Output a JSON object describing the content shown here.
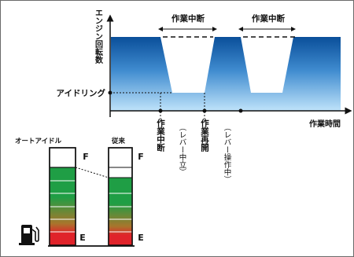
{
  "diagram": {
    "y_axis_label": "エンジン回転数",
    "x_axis_label": "作業時間",
    "idling_label": "アイドリング",
    "phase_labels": [
      "作業中断",
      "作業中断"
    ],
    "timeline_events": [
      {
        "text": "作業中断",
        "note": ""
      },
      {
        "text": "作業再開",
        "note": ""
      },
      {
        "text": "",
        "note": "（レバー中立）"
      },
      {
        "text": "",
        "note": "（レバー操作中）"
      }
    ]
  },
  "fuel": {
    "auto_idle_label": "オートアイドル",
    "conventional_label": "従来",
    "full_mark": "F",
    "empty_mark": "E",
    "icon": "fuel-pump-icon"
  },
  "colors": {
    "rpm_band_top": "#0a4f9a",
    "rpm_band_bottom": "#bfe3fa",
    "gauge_green": "#1f9e45",
    "gauge_red": "#e0232a"
  }
}
